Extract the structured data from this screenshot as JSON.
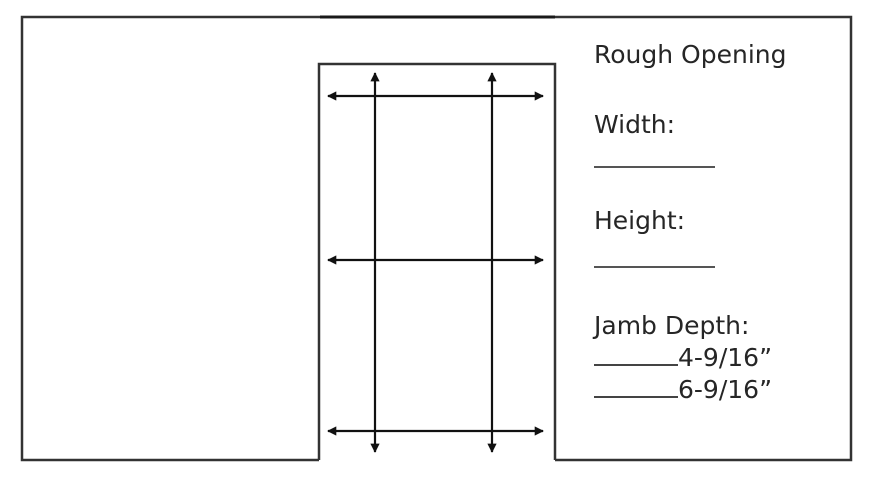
{
  "diagram": {
    "title": "Rough Opening",
    "fields": [
      {
        "label": "Width:",
        "value": ""
      },
      {
        "label": "Height:",
        "value": ""
      }
    ],
    "jamb_depth": {
      "label": "Jamb Depth:",
      "options": [
        {
          "blank": "",
          "value": "4-9/16”"
        },
        {
          "blank": "",
          "value": "6-9/16”"
        }
      ]
    },
    "measurement_points": {
      "horizontal": [
        "top",
        "middle",
        "bottom"
      ],
      "vertical": [
        "left",
        "right"
      ]
    },
    "colors": {
      "line": "#2a2a2a",
      "background": "#ffffff"
    }
  }
}
